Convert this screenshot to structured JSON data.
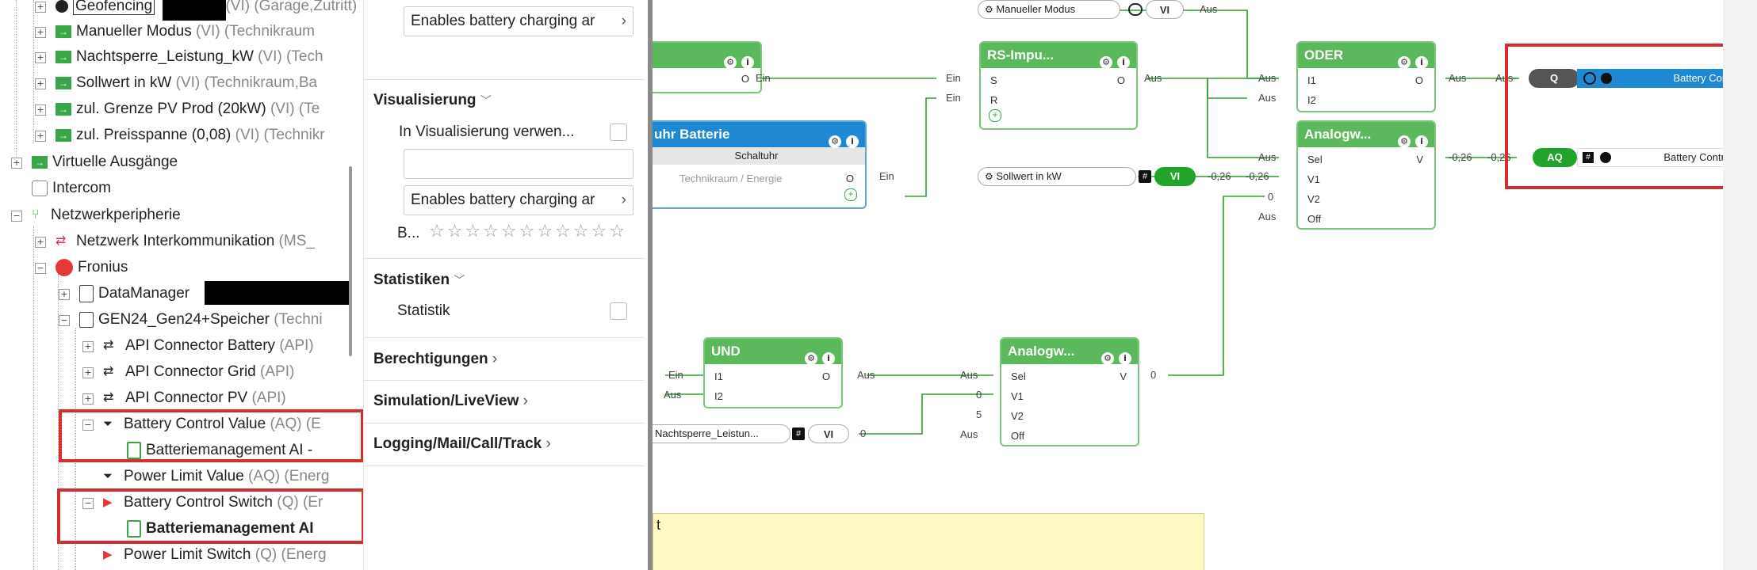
{
  "tree": {
    "items": [
      {
        "label": "Geofencing",
        "sub": "(VI) (Garage,Zutritt)"
      },
      {
        "label": "Manueller Modus",
        "sub": "(VI) (Technikraum"
      },
      {
        "label": "Nachtsperre_Leistung_kW",
        "sub": "(VI) (Tech"
      },
      {
        "label": "Sollwert in kW",
        "sub": "(VI) (Technikraum,Ba"
      },
      {
        "label": "zul. Grenze PV Prod (20kW)",
        "sub": "(VI) (Te"
      },
      {
        "label": "zul. Preisspanne (0,08)",
        "sub": "(VI) (Technikr"
      },
      {
        "label": "Virtuelle Ausgänge",
        "sub": ""
      },
      {
        "label": "Intercom",
        "sub": ""
      },
      {
        "label": "Netzwerkperipherie",
        "sub": ""
      },
      {
        "label": "Netzwerk Interkommunikation",
        "sub": "(MS_"
      },
      {
        "label": "Fronius",
        "sub": ""
      },
      {
        "label": "DataManager",
        "sub": ""
      },
      {
        "label": "GEN24_Gen24+Speicher",
        "sub": "(Techni"
      },
      {
        "label": "API Connector Battery",
        "sub": "(API)"
      },
      {
        "label": "API Connector Grid",
        "sub": "(API)"
      },
      {
        "label": "API Connector PV",
        "sub": "(API)"
      },
      {
        "label": "Battery Control Value",
        "sub": "(AQ) (E"
      },
      {
        "label": "Batteriemanagement AI -",
        "sub": ""
      },
      {
        "label": "Power Limit Value",
        "sub": "(AQ) (Energ"
      },
      {
        "label": "Battery Control Switch",
        "sub": "(Q) (Er"
      },
      {
        "label": "Batteriemanagement AI",
        "sub": ""
      },
      {
        "label": "Power Limit Switch",
        "sub": "(Q) (Energ"
      }
    ]
  },
  "props": {
    "top_field": "Enables battery charging ar",
    "visualisierung": "Visualisierung",
    "in_vis": "In Visualisierung verwen...",
    "field2": "Enables battery charging ar",
    "b_label": "B...",
    "stars": "☆☆☆☆☆☆☆☆☆☆☆",
    "statistiken": "Statistiken",
    "statistik": "Statistik",
    "berechtigungen": "Berechtigungen",
    "simulation": "Simulation/LiveView",
    "logging": "Logging/Mail/Call/Track"
  },
  "canvas": {
    "manueller_modus": "Manueller Modus",
    "vi": "VI",
    "aus": "Aus",
    "ein": "Ein",
    "rs_title": "RS-Impu...",
    "oder_title": "ODER",
    "analog1_title": "Analogw...",
    "analog2_title": "Analogw...",
    "und_title": "UND",
    "schaltuhr_title": "uhr Batterie",
    "schaltuhr_sub": "Schaltuhr",
    "schaltuhr_room": "Technikraum / Energie",
    "sollwert": "Sollwert in kW",
    "nachtsperre": "Nachtsperre_Leistun...",
    "q_label": "Q",
    "aq_label": "AQ",
    "battery_control_s": "Battery Control...",
    "battery_control_v": "Battery Control V...",
    "val_neg026": "-0,26",
    "val_0": "0",
    "val_5": "5",
    "note_text": "t",
    "pins": {
      "S": "S",
      "R": "R",
      "O": "O",
      "I1": "I1",
      "I2": "I2",
      "Sel": "Sel",
      "V1": "V1",
      "V2": "V2",
      "Off": "Off",
      "V": "V"
    },
    "hash": "#"
  },
  "colors": {
    "green": "#5cb85c",
    "blue": "#1e88d2",
    "red_box": "#d32f2f",
    "note": "#fff9c4"
  }
}
